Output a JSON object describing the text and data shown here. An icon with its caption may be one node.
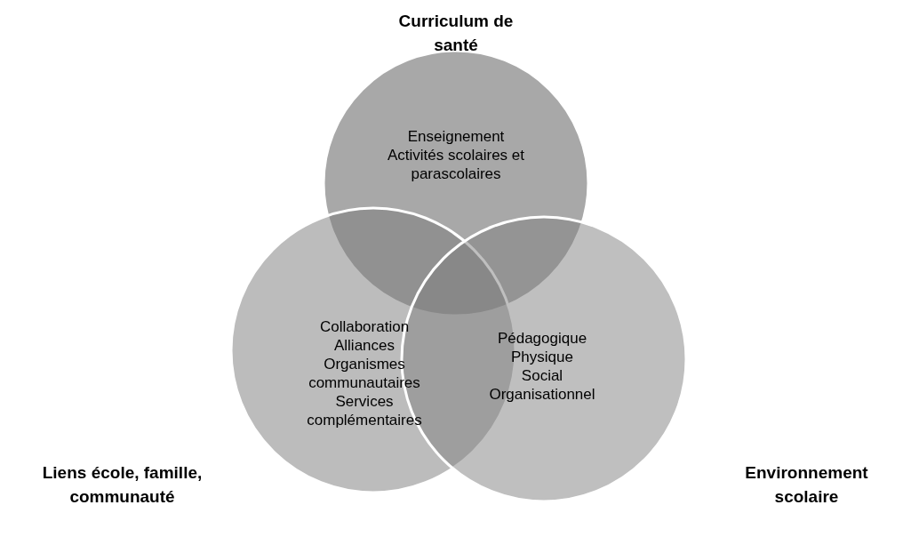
{
  "diagram": {
    "nodes": [
      {
        "text": [
          "Curriculum de santé",
          "Enseignement",
          "Activités scolaires et parascolaires"
        ]
      },
      {
        "text": [
          "Liens école, famille, communauté",
          "Collaboration",
          "Alliances",
          "Organismes communautaires",
          "Services complémentaires"
        ]
      },
      {
        "text": [
          "Environnement scolaire",
          "Pédagogique",
          "Physique",
          "Social",
          "Organisationnel"
        ]
      }
    ]
  }
}
